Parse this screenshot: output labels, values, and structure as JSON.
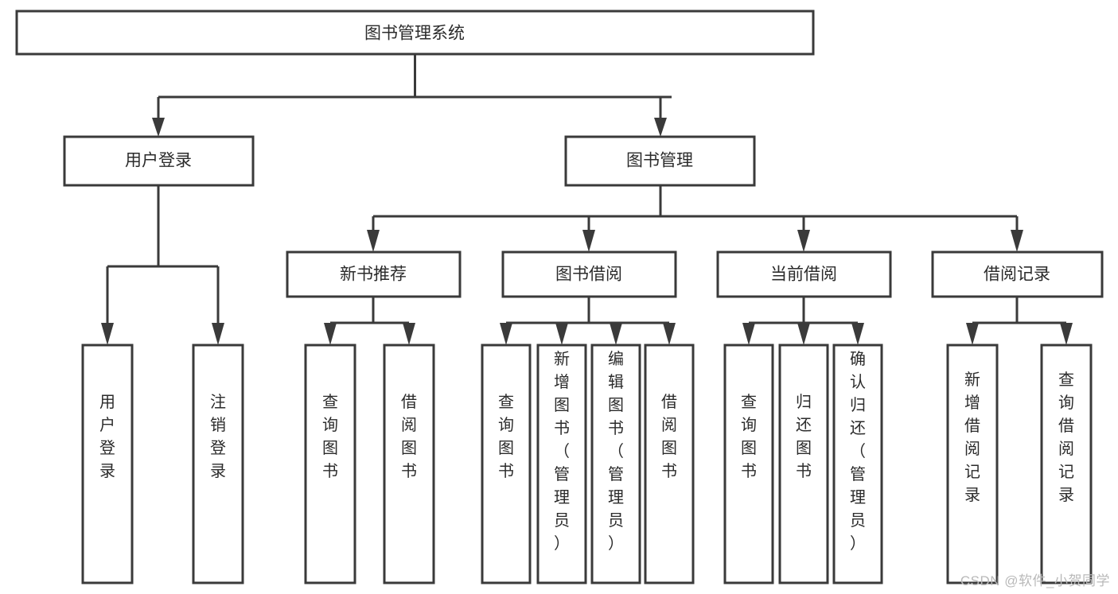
{
  "diagram": {
    "title": "图书管理系统",
    "watermark": "CSDN @软件_小贺同学",
    "root": {
      "label": "图书管理系统"
    },
    "level2": [
      {
        "label": "用户登录"
      },
      {
        "label": "图书管理"
      }
    ],
    "level3": [
      {
        "label": "新书推荐"
      },
      {
        "label": "图书借阅"
      },
      {
        "label": "当前借阅"
      },
      {
        "label": "借阅记录"
      }
    ],
    "leaves": [
      {
        "label": "用户登录"
      },
      {
        "label": "注销登录"
      },
      {
        "label": "查询图书"
      },
      {
        "label": "借阅图书"
      },
      {
        "label": "查询图书"
      },
      {
        "label": "新增图书（管理员）"
      },
      {
        "label": "编辑图书（管理员）"
      },
      {
        "label": "借阅图书"
      },
      {
        "label": "查询图书"
      },
      {
        "label": "归还图书"
      },
      {
        "label": "确认归还（管理员）"
      },
      {
        "label": "新增借阅记录"
      },
      {
        "label": "查询借阅记录"
      }
    ],
    "colors": {
      "stroke": "#3a3a3a",
      "fill": "#ffffff",
      "text": "#2b2b2b",
      "watermark": "#b9b9b9"
    }
  }
}
